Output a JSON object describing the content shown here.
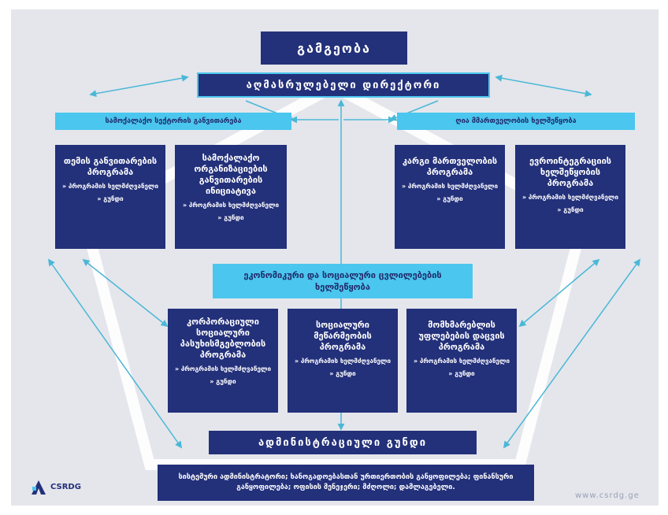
{
  "header": {
    "board": "გამგეობა",
    "executive_director": "აღმასრულებელი დირექტორი"
  },
  "left_branch": {
    "label": "სამოქალაქო სექტორის განვითარება",
    "cards": [
      {
        "title": "თემის განვითარების პროგრამა",
        "item1": "» პროგრამის ხელმძღვანელი",
        "item2": "» გუნდი"
      },
      {
        "title": "სამოქალაქო ორგანიზაციების განვითარების ინიციატივა",
        "item1": "» პროგრამის ხელმძღვანელი",
        "item2": "» გუნდი"
      }
    ]
  },
  "right_branch": {
    "label": "ღია მმართველობის ხელშეწყობა",
    "cards": [
      {
        "title": "კარგი მართველობის პროგრამა",
        "item1": "» პროგრამის ხელმძღვანელი",
        "item2": "» გუნდი"
      },
      {
        "title": "ევროინტეგრაციის ხელშეწყობის პროგრამა",
        "item1": "» პროგრამის ხელმძღვანელი",
        "item2": "» გუნდი"
      }
    ]
  },
  "center_branch": {
    "label": "ეკონომიკური და სოციალური ცვლილებების ხელშეწყობა",
    "cards": [
      {
        "title": "კორპორაციული სოციალური პასუხისმგებლობის პროგრამა",
        "item1": "» პროგრამის ხელმძღვანელი",
        "item2": "» გუნდი"
      },
      {
        "title": "სოციალური მეწარმეობის პროგრამა",
        "item1": "» პროგრამის ხელმძღვანელი",
        "item2": "» გუნდი"
      },
      {
        "title": "მომხმარებლის უფლებების დაცვის პროგრამა",
        "item1": "» პროგრამის ხელმძღვანელი",
        "item2": "» გუნდი"
      }
    ]
  },
  "admin": {
    "label": "ადმინისტრაციული გუნდი",
    "details": "სისტემური ადმინისტრატორი; ხანოგადოებასთან ურთიერთობის განყოფილება; ფინანსური განყოფილება; ოფისის მენეჯერი; მძღოლი; დამლაგებელი."
  },
  "logo": {
    "name": "CSRDG"
  },
  "site": "www.csrdg.ge",
  "colors": {
    "navy": "#23307a",
    "cyan": "#4bc6ee",
    "background": "#e4e6ec",
    "arrow": "#4bb7d6"
  }
}
